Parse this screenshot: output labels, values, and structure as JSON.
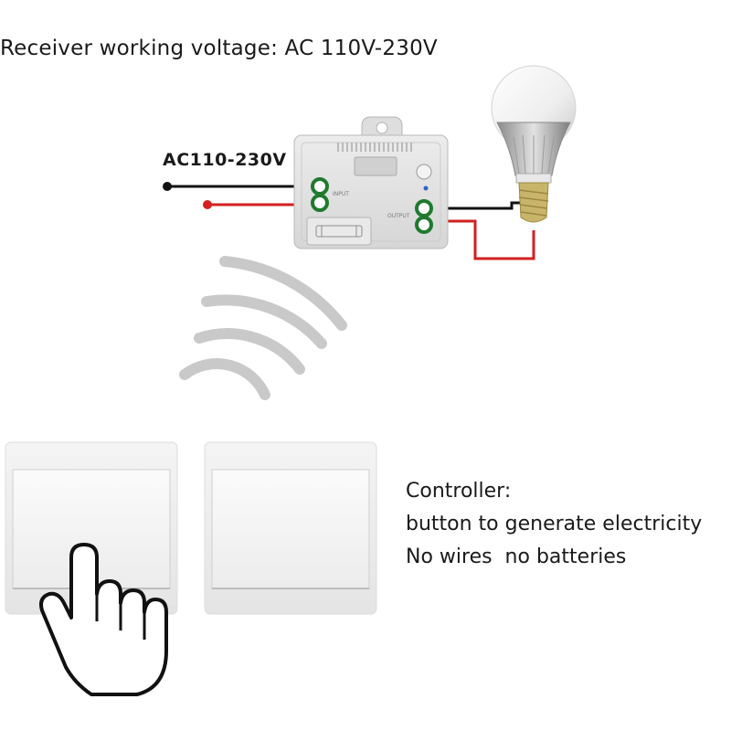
{
  "receiver": {
    "voltage_note": "Receiver working voltage: AC 110V-230V",
    "input_label": "AC110-230V",
    "input_terminal": "INPUT",
    "output_terminal": "OUTPUT"
  },
  "controller": {
    "title": "Controller:",
    "line1": "button to generate electricity",
    "line2": "No wires  no batteries"
  },
  "colors": {
    "live_wire": "#d32020",
    "neutral_wire": "#111111",
    "terminal": "#1f7a2e"
  }
}
